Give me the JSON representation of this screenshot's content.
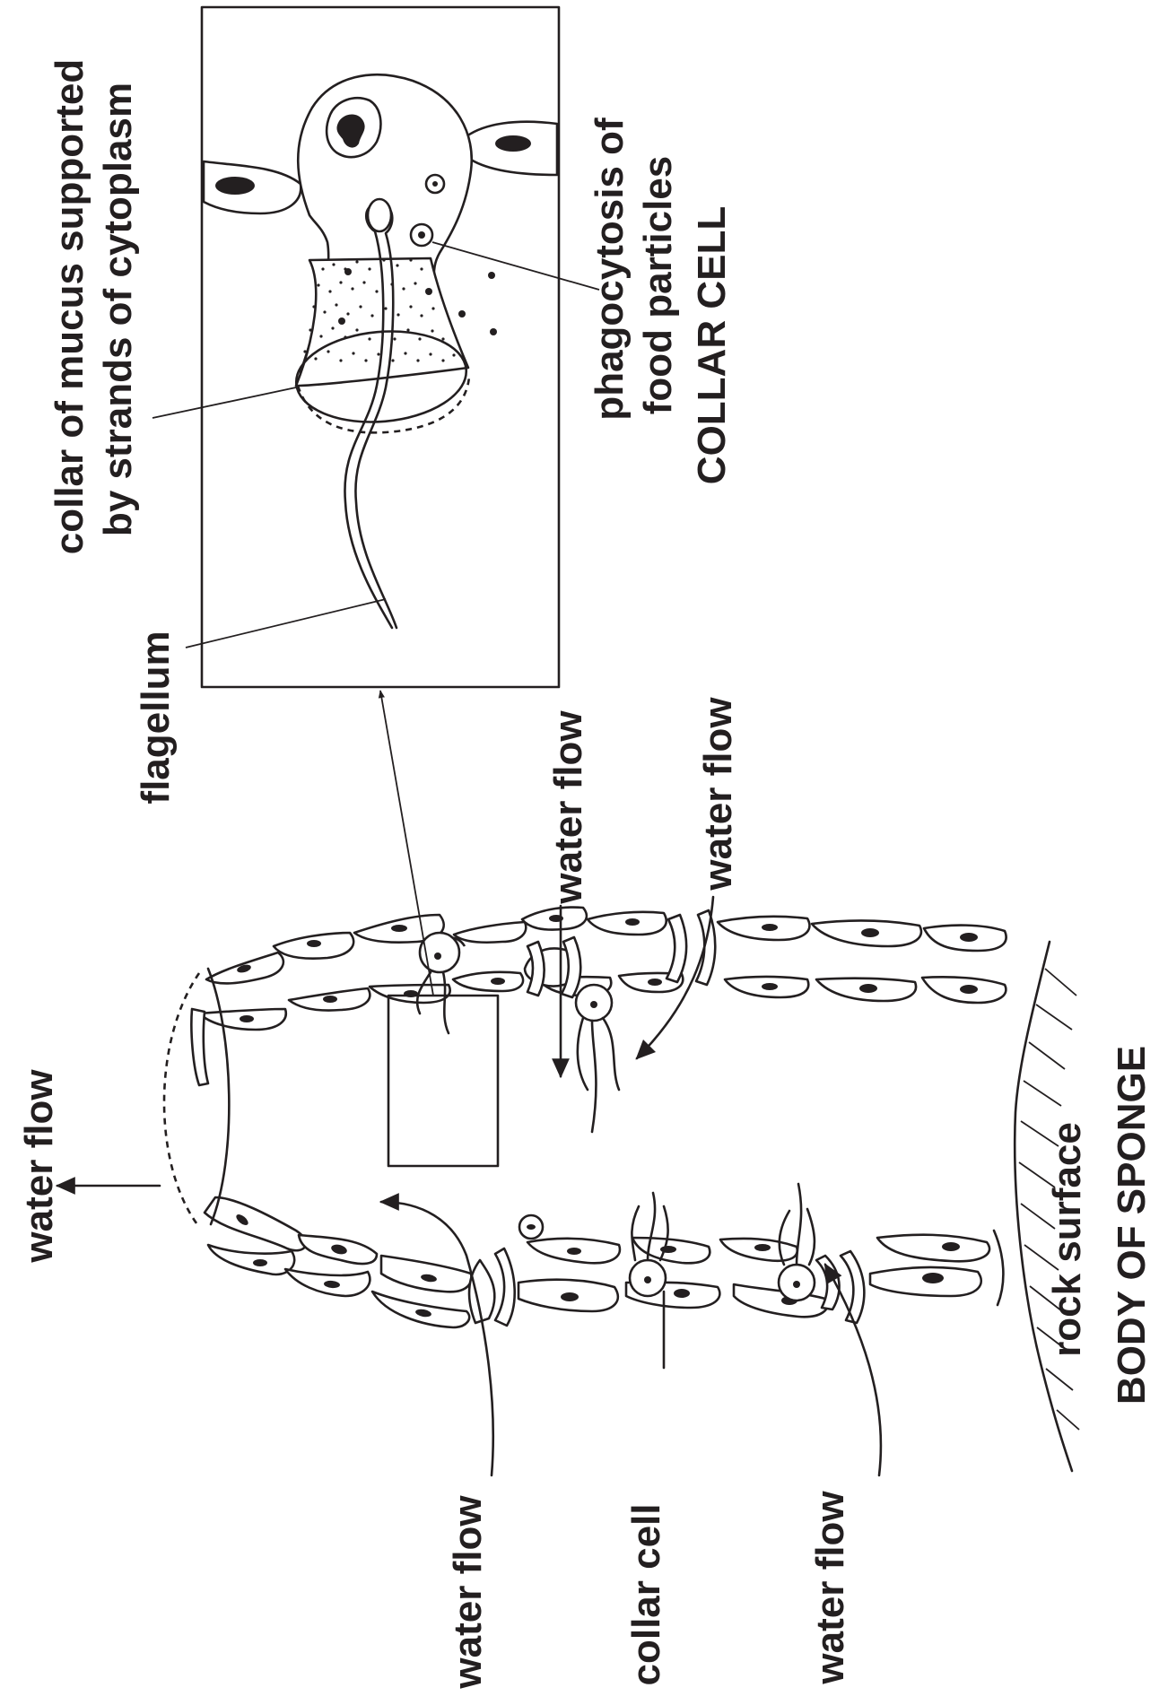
{
  "labels": {
    "water_flow_out": "water flow",
    "water_flow_1": "water flow",
    "water_flow_2": "water flow",
    "water_flow_3": "water flow",
    "water_flow_4": "water flow",
    "collar_cell": "collar cell",
    "rock_surface": "rock surface",
    "body_of_sponge": "BODY OF SPONGE",
    "flagellum": "flagellum",
    "collar_line1": "collar of mucus supported",
    "collar_line2": "by strands of cytoplasm",
    "phago_line1": "phagocytosis of",
    "phago_line2": "food particles",
    "collar_cell_title": "COLLAR CELL"
  },
  "colors": {
    "ink": "#231f20",
    "background": "#ffffff"
  }
}
